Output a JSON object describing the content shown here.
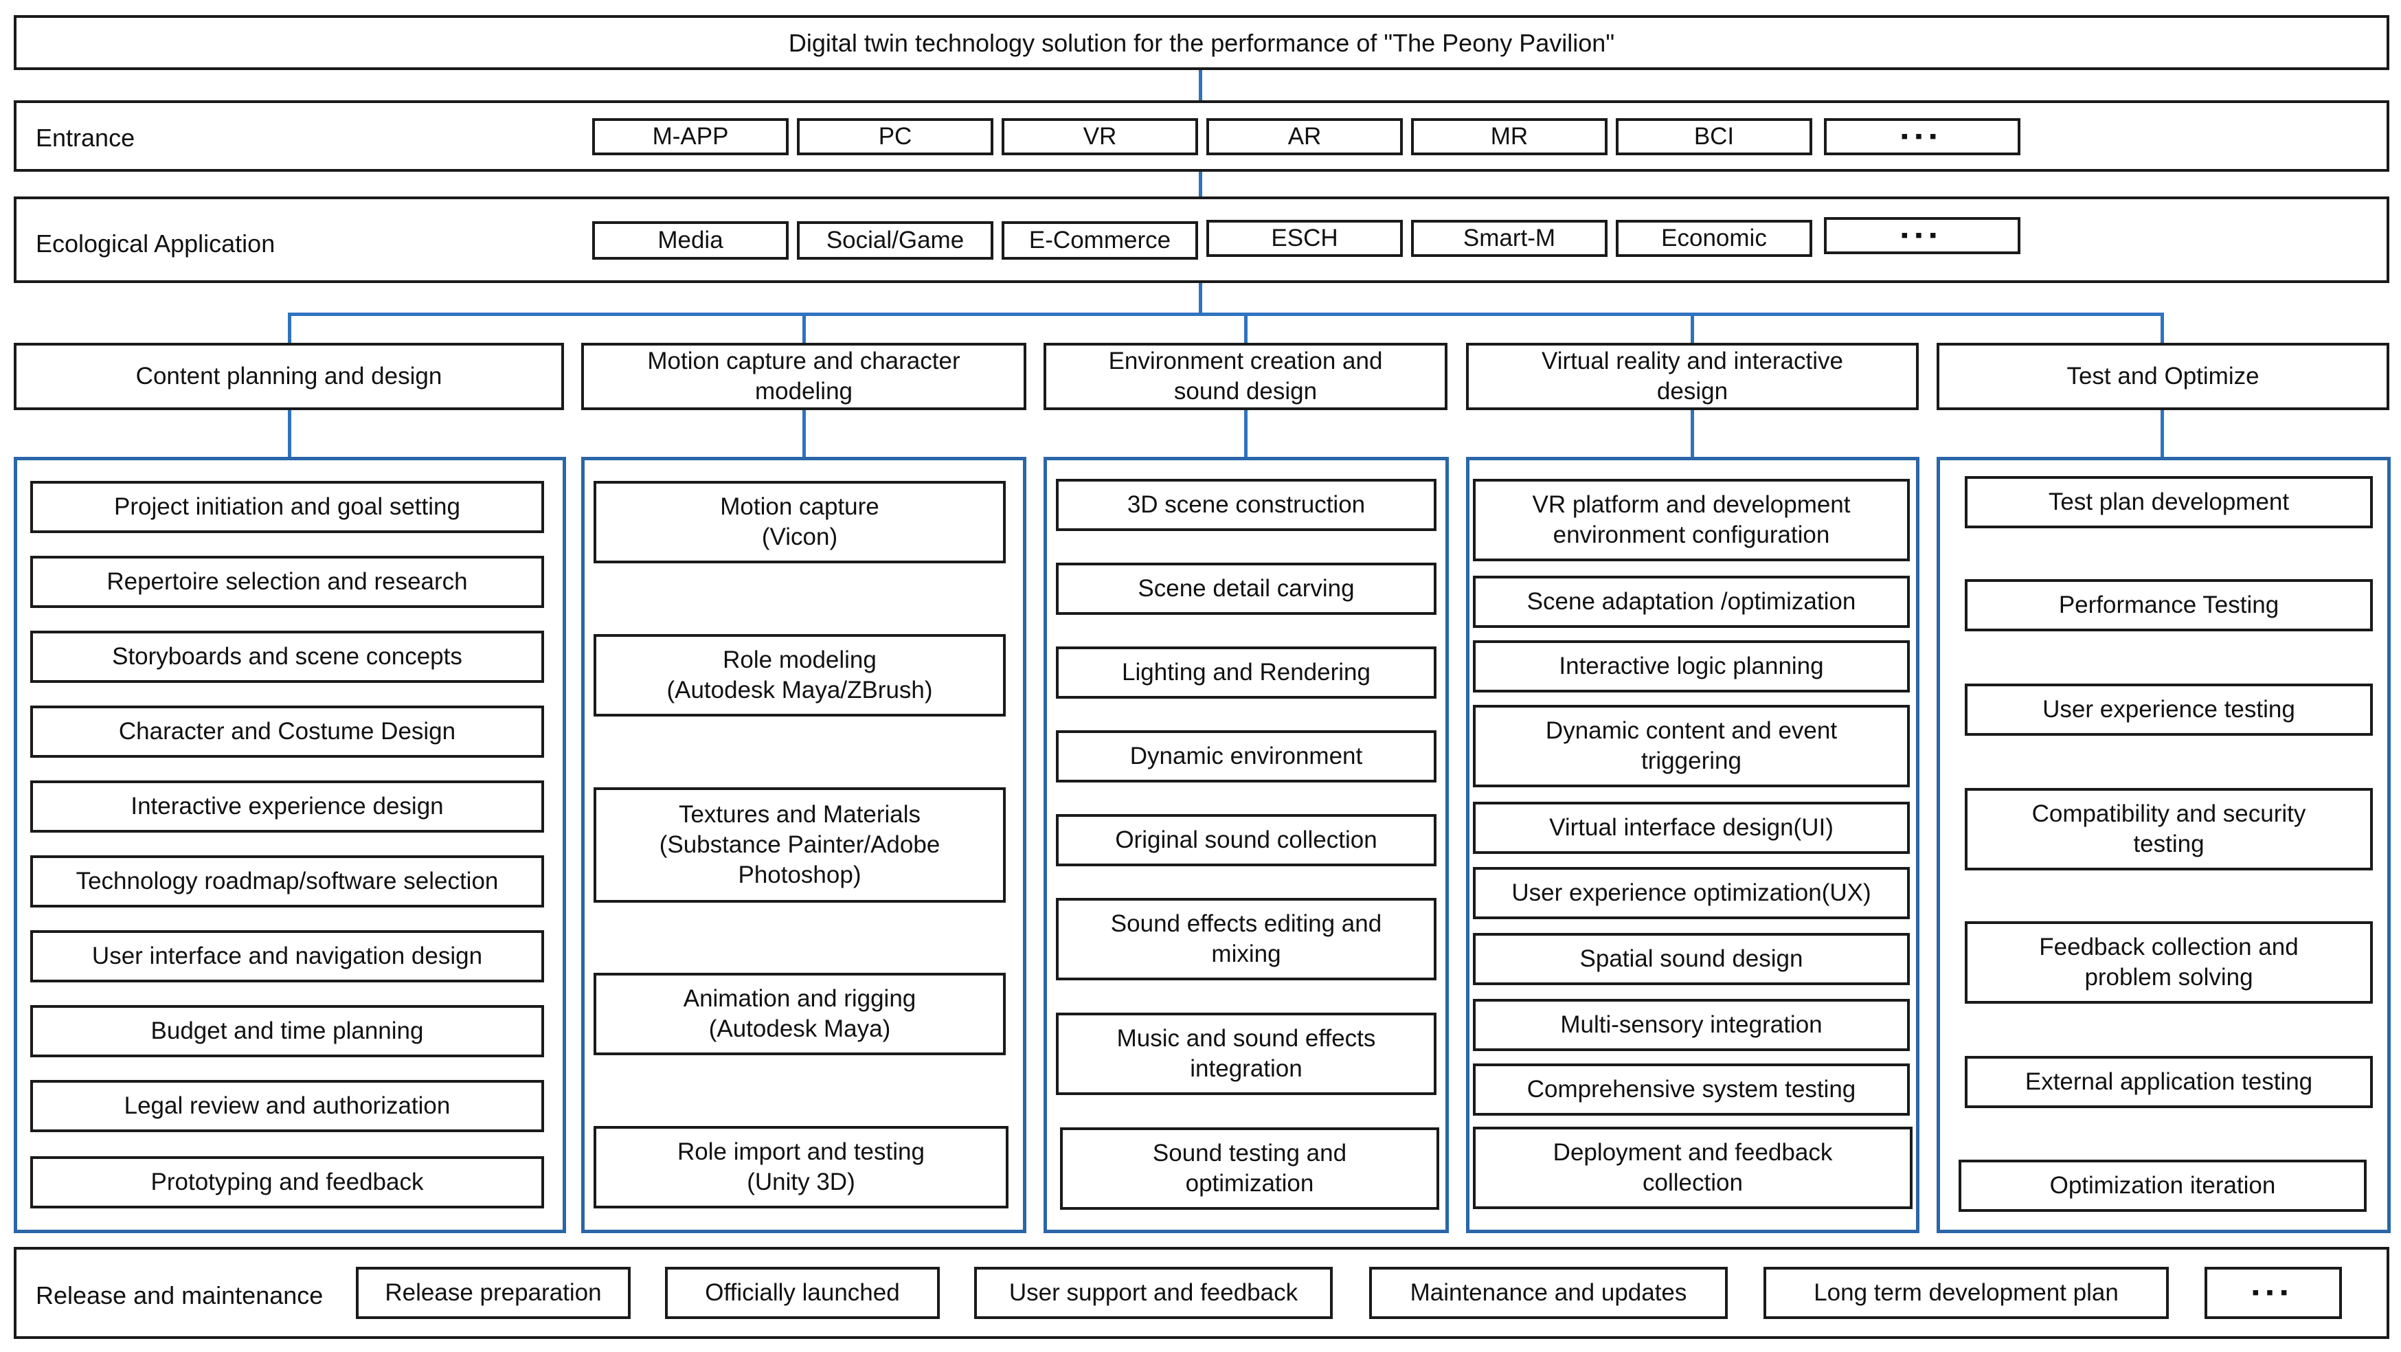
{
  "title": "Digital twin technology solution for the performance of \"The Peony Pavilion\"",
  "entrance": {
    "label": "Entrance",
    "items": [
      "M-APP",
      "PC",
      "VR",
      "AR",
      "MR",
      "BCI",
      "▪▪▪"
    ]
  },
  "ecological": {
    "label": "Ecological Application",
    "items": [
      "Media",
      "Social/Game",
      "E-Commerce",
      "ESCH",
      "Smart-M",
      "Economic",
      "▪▪▪"
    ]
  },
  "columns": [
    {
      "header": "Content planning and design",
      "items": [
        "Project initiation and goal setting",
        "Repertoire selection and research",
        "Storyboards and scene concepts",
        "Character and Costume Design",
        "Interactive experience design",
        "Technology roadmap/software selection",
        "User interface and navigation design",
        "Budget and time planning",
        "Legal review and authorization",
        "Prototyping and feedback"
      ]
    },
    {
      "header": "Motion capture and character modeling",
      "items": [
        "Motion capture\n(Vicon)",
        "Role modeling\n(Autodesk Maya/ZBrush)",
        "Textures and Materials\n(Substance Painter/Adobe\nPhotoshop)",
        "Animation and rigging\n(Autodesk Maya)",
        "Role import and testing\n(Unity 3D)"
      ]
    },
    {
      "header": "Environment creation and sound design",
      "items": [
        "3D scene construction",
        "Scene detail carving",
        "Lighting and Rendering",
        "Dynamic environment",
        "Original sound collection",
        "Sound effects editing and mixing",
        "Music and sound effects integration",
        "Sound testing and optimization"
      ]
    },
    {
      "header": "Virtual reality and interactive design",
      "items": [
        "VR platform  and development environment configuration",
        "Scene adaptation /optimization",
        "Interactive logic planning",
        "Dynamic content and event triggering",
        "Virtual interface design(UI)",
        "User experience  optimization(UX)",
        "Spatial sound design",
        "Multi-sensory integration",
        "Comprehensive system testing",
        "Deployment and feedback collection"
      ]
    },
    {
      "header": "Test and Optimize",
      "items": [
        "Test plan development",
        "Performance Testing",
        "User experience testing",
        "Compatibility and security testing",
        "Feedback collection and problem solving",
        "External application testing",
        "Optimization iteration"
      ]
    }
  ],
  "release": {
    "label": "Release and maintenance",
    "items": [
      "Release preparation",
      "Officially launched",
      "User support and feedback",
      "Maintenance and updates",
      "Long term development plan",
      "▪▪▪"
    ]
  },
  "colors": {
    "connector": "#2f73c0",
    "panel_border": "#2a66a8",
    "box_border": "#1a1a1a"
  }
}
